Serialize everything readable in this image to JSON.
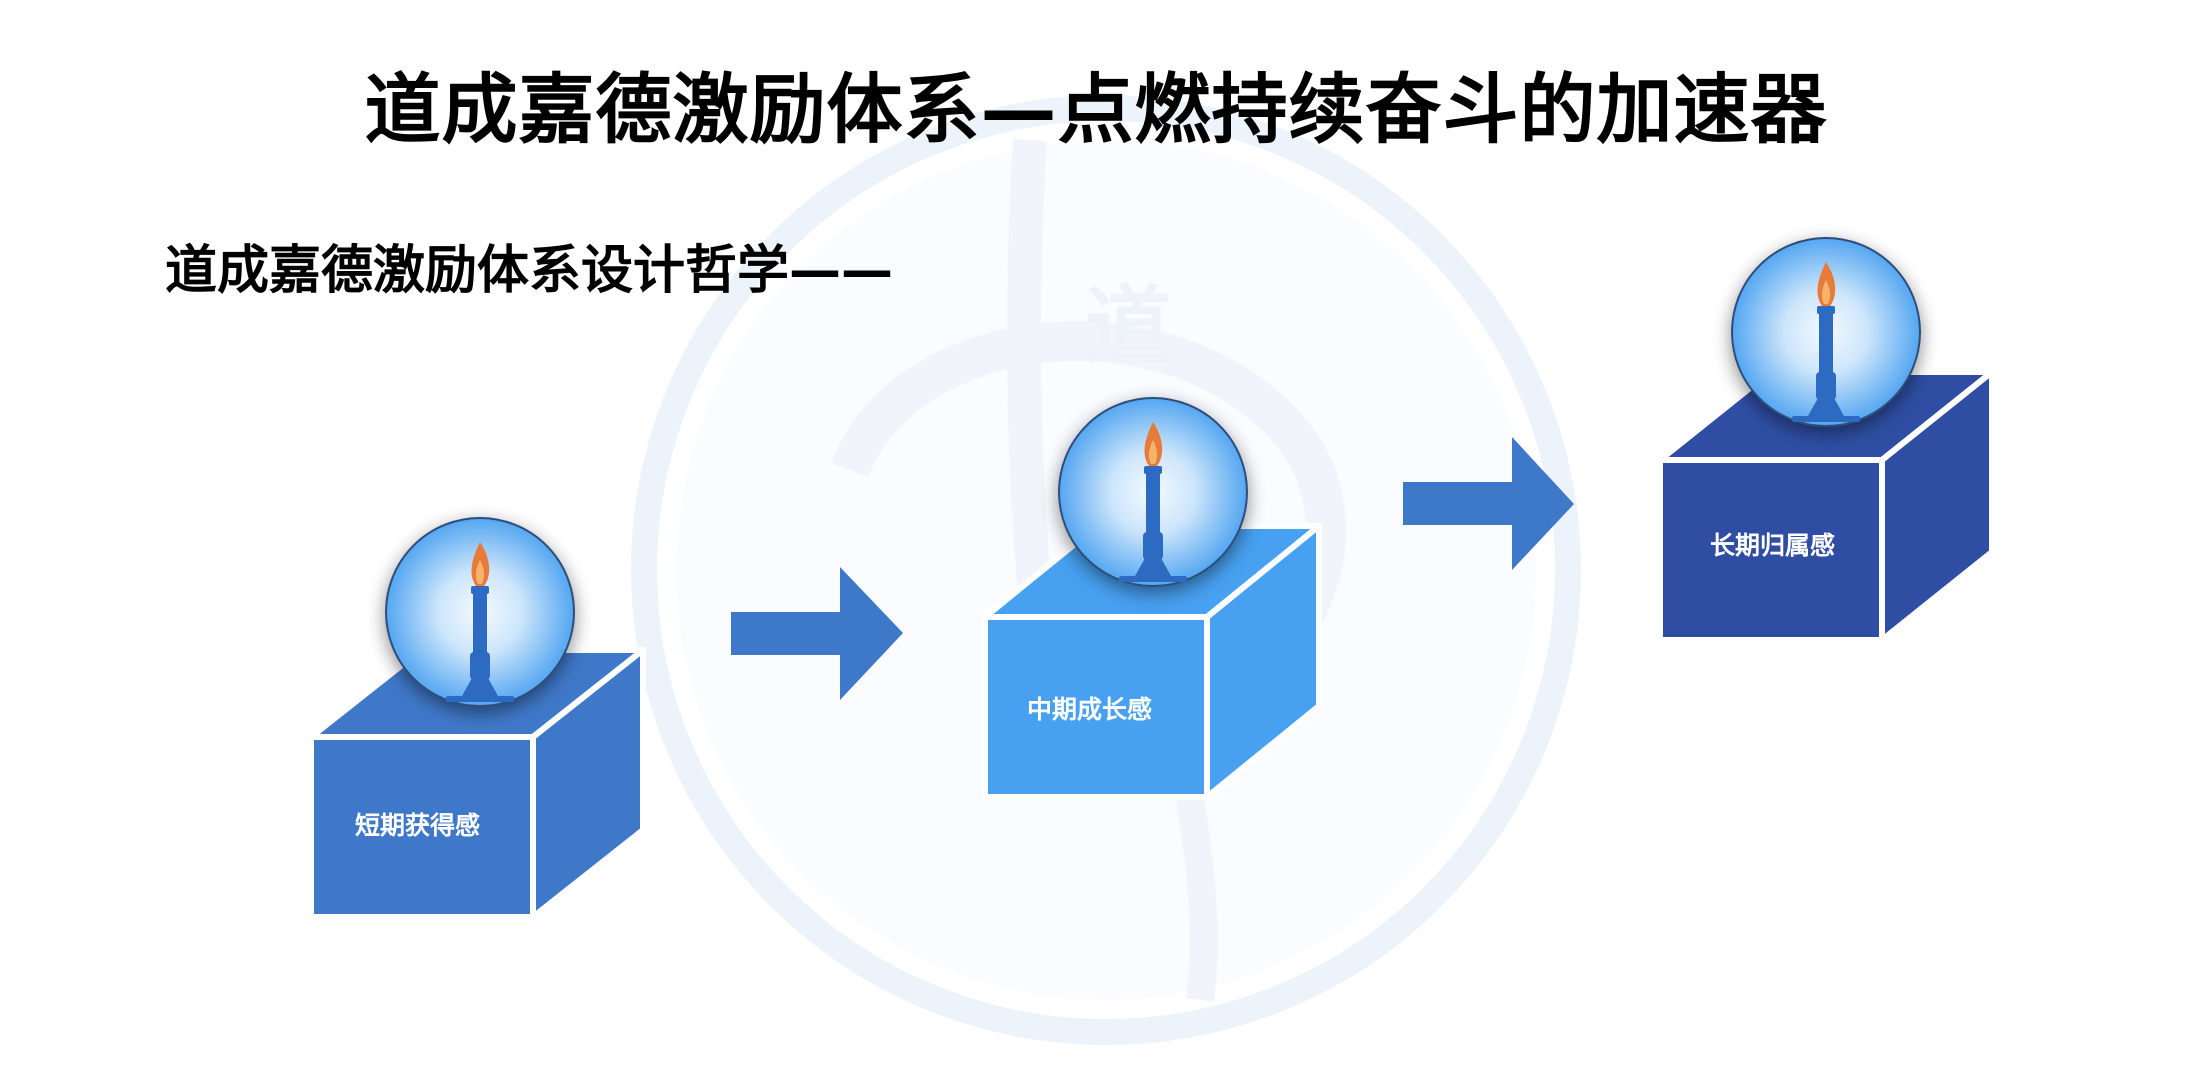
{
  "title": "道成嘉德激励体系—点燃持续奋斗的加速器",
  "subtitle": "道成嘉德激励体系设计哲学——",
  "watermark_text": "道",
  "stages": [
    {
      "label": "短期获得感",
      "color": "#3F78C9"
    },
    {
      "label": "中期成长感",
      "color": "#47A0F0"
    },
    {
      "label": "长期归属感",
      "color": "#2F4EA3"
    }
  ],
  "colors": {
    "arrow": "#3E78C8",
    "burner": "#2D6BC2",
    "flame_outer": "#E87A3A",
    "flame_inner": "#F5B46A",
    "orb_center": "#EAF5FF",
    "orb_edge": "#3F9BEF"
  }
}
